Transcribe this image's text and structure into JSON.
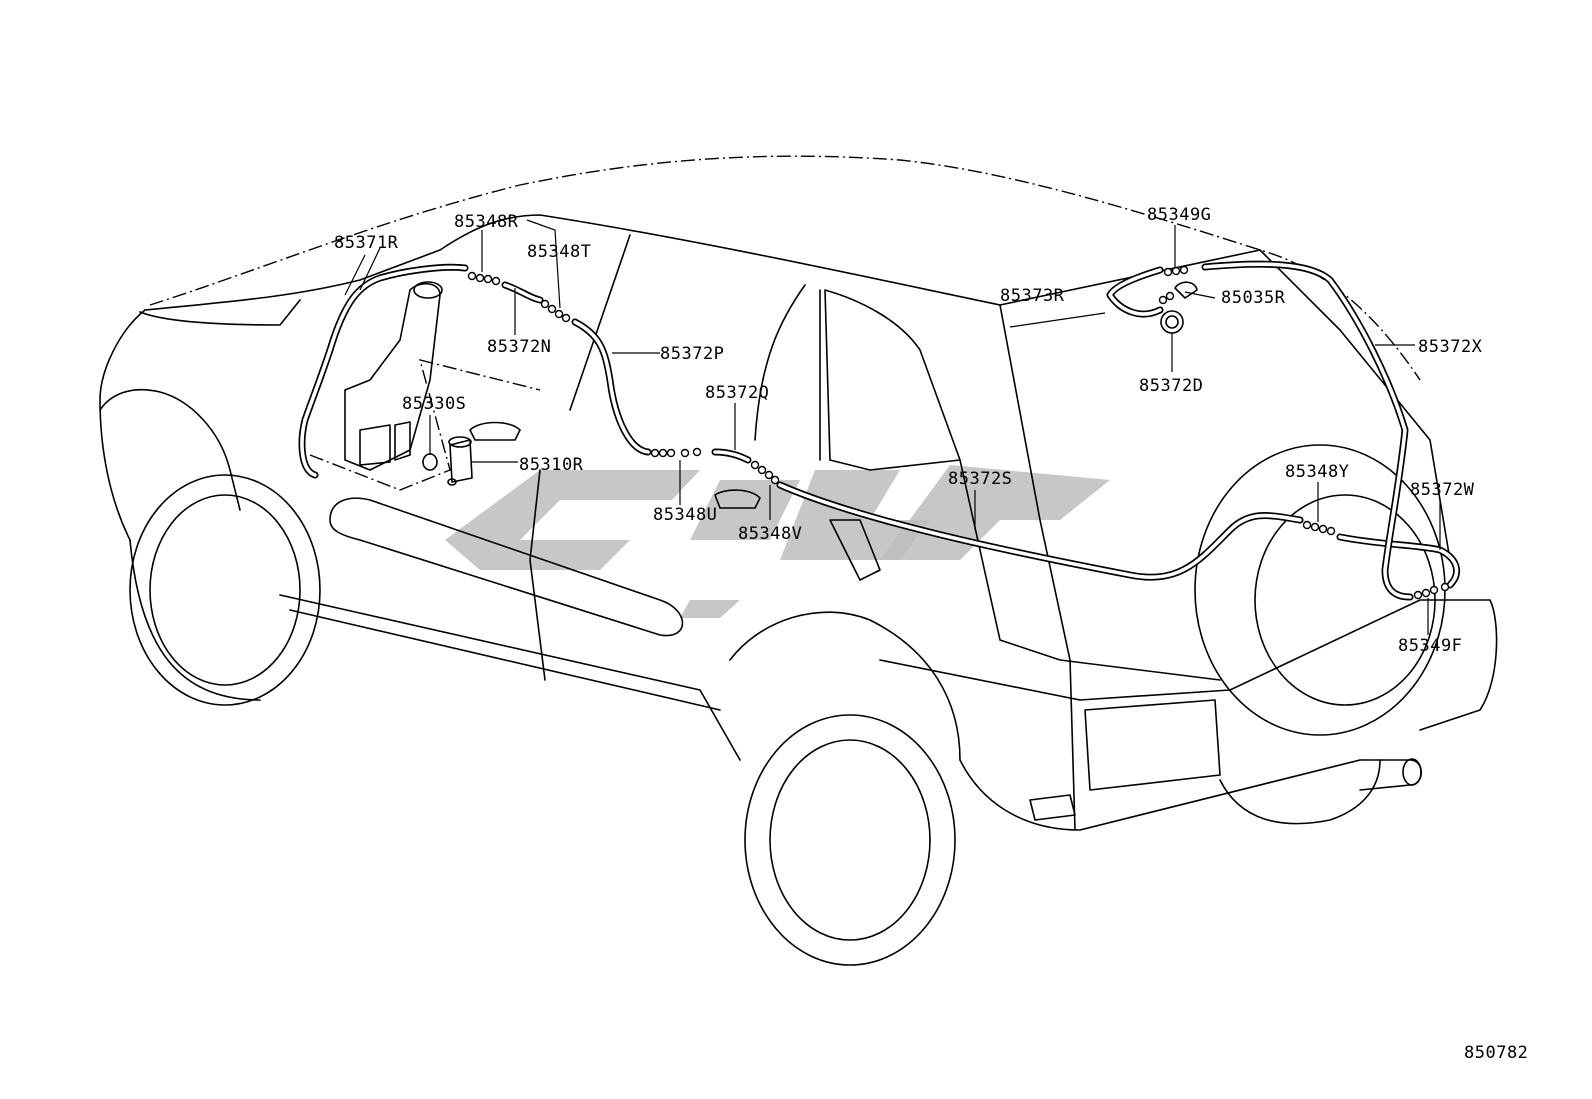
{
  "diagram_id": "850782",
  "labels": {
    "p85371R": "85371R",
    "p85348R": "85348R",
    "p85348T": "85348T",
    "p85372N": "85372N",
    "p85372P": "85372P",
    "p85330S": "85330S",
    "p85310R": "85310R",
    "p85372Q": "85372Q",
    "p85348U": "85348U",
    "p85348V": "85348V",
    "p85372S": "85372S",
    "p85373R": "85373R",
    "p85349G": "85349G",
    "p85035R": "85035R",
    "p85372D": "85372D",
    "p85372X": "85372X",
    "p85348Y": "85348Y",
    "p85372W": "85372W",
    "p85349F": "85349F"
  }
}
